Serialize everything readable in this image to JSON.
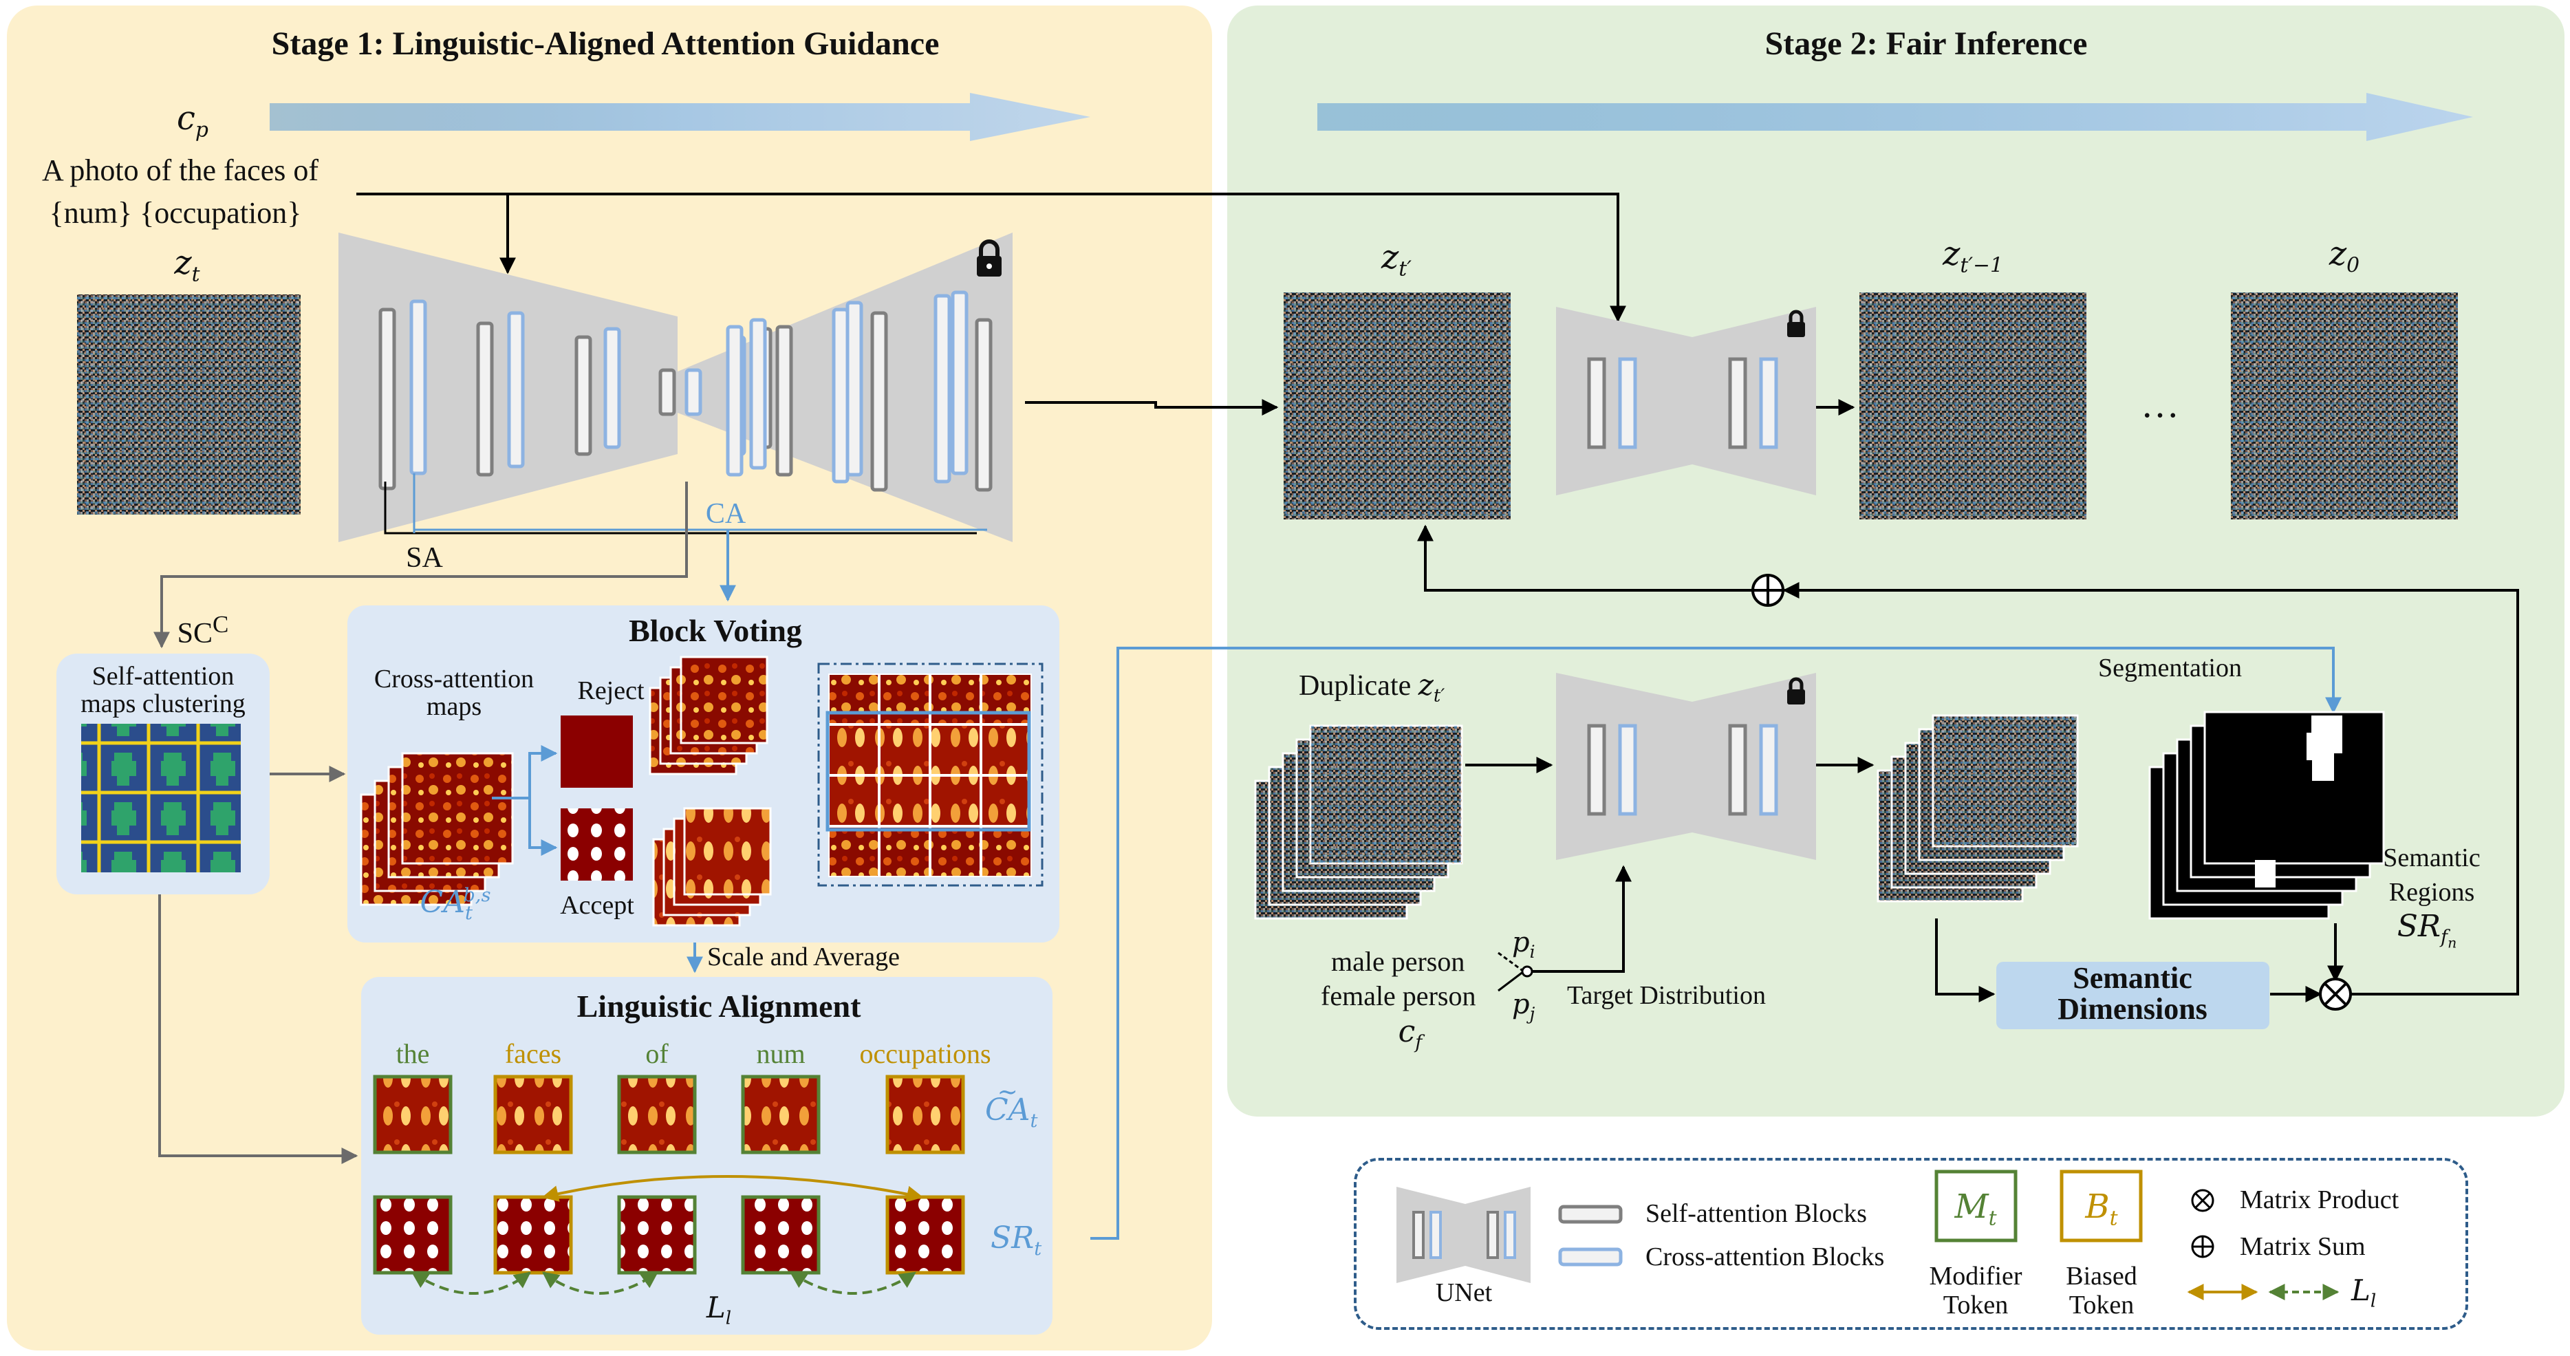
{
  "stage1": {
    "title": "Stage 1: Linguistic-Aligned Attention Guidance"
  },
  "stage2": {
    "title": "Stage 2: Fair Inference"
  },
  "prompt": {
    "symbol": "c",
    "symbol_sub": "p",
    "line1": "A photo of the faces of",
    "line2": "{num}  {occupation}"
  },
  "noise": {
    "zt": "z",
    "zt_sub": "t",
    "zt_prime": "z",
    "zt_prime_sub": "t′",
    "zt_prime_minus": "z",
    "zt_prime_minus_sub": "t′−1",
    "z0": "z",
    "z0_sub": "0",
    "ellipsis": "…"
  },
  "unet_labels": {
    "sa": "SA",
    "ca": "CA"
  },
  "clustering": {
    "sc_label": "SC",
    "sc_sup": "C",
    "title_line1": "Self-attention",
    "title_line2": "maps clustering"
  },
  "block_voting": {
    "title": "Block Voting",
    "ca_maps_line1": "Cross-attention",
    "ca_maps_line2": "maps",
    "reject": "Reject",
    "accept": "Accept",
    "ca_symbol": "CA",
    "ca_sub": "t",
    "ca_sup": "b,s",
    "scale_avg": "Scale and Average"
  },
  "linguistic": {
    "title": "Linguistic Alignment",
    "tokens": [
      {
        "word": "the",
        "kind": "modifier"
      },
      {
        "word": "faces",
        "kind": "biased"
      },
      {
        "word": "of",
        "kind": "modifier"
      },
      {
        "word": "num",
        "kind": "modifier"
      },
      {
        "word": "occupations",
        "kind": "biased"
      }
    ],
    "ca_tilde": "CA",
    "ca_tilde_sub": "t",
    "sr_symbol": "SR",
    "sr_sub": "t",
    "loss_symbol": "L",
    "loss_sub": "l"
  },
  "fair": {
    "duplicate": "Duplicate",
    "segmentation": "Segmentation",
    "male": "male person",
    "female": "female person",
    "cf": "c",
    "cf_sub": "f",
    "pi": "p",
    "pi_sub": "i",
    "pj": "p",
    "pj_sub": "j",
    "target": "Target Distribution",
    "semantic_dims_line1": "Semantic",
    "semantic_dims_line2": "Dimensions",
    "semantic_regions_line1": "Semantic",
    "semantic_regions_line2": "Regions",
    "sr_symbol": "SR",
    "sr_sub": "f",
    "sr_sub_sub": "n"
  },
  "legend": {
    "unet": "UNet",
    "self_attention": "Self-attention Blocks",
    "cross_attention": "Cross-attention Blocks",
    "modifier_symbol": "M",
    "modifier_sub": "t",
    "modifier_line1": "Modifier",
    "modifier_line2": "Token",
    "biased_symbol": "B",
    "biased_sub": "t",
    "biased_line1": "Biased",
    "biased_line2": "Token",
    "matrix_product": "Matrix Product",
    "matrix_sum": "Matrix Sum",
    "loss_symbol": "L",
    "loss_sub": "l"
  },
  "colors": {
    "stage1_bg": "#fdf0cc",
    "stage2_bg": "#e2efda",
    "panel_bg": "#dde8f5",
    "self_block": "#7f7f7f",
    "cross_block": "#8db3e2",
    "unet_body": "#d0d0d0",
    "modifier": "#548235",
    "biased": "#bf9000",
    "arrow_blue": "#5b9bd5",
    "heat_dark": "#7a0000"
  }
}
